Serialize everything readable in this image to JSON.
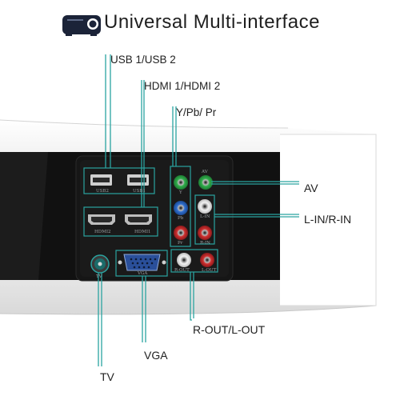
{
  "header": {
    "title": "Universal Multi-interface"
  },
  "callouts": {
    "usb": "USB 1/USB 2",
    "hdmi": "HDMI 1/HDMI 2",
    "ypbpr": "Y/Pb/ Pr",
    "av": "AV",
    "lin_rin": "L-IN/R-IN",
    "rout_lout": "R-OUT/L-OUT",
    "vga": "VGA",
    "tv": "TV"
  },
  "panel_labels": {
    "usb2": "USB2",
    "usb1": "USB1",
    "hdmi2": "HDMI2",
    "hdmi1": "HDMI1",
    "y": "Y",
    "pb": "Pb",
    "pr": "Pr",
    "av": "AV",
    "l_in": "L-IN",
    "r_in": "R-IN",
    "vga": "VGA",
    "r_out": "R-OUT",
    "l_out": "L-OUT",
    "tv": "TV"
  },
  "colors": {
    "callout_line": "#2aa3a0",
    "panel": "#151515",
    "jack_green": "#2fae4a",
    "jack_blue": "#2f6fd0",
    "jack_red": "#c0282b",
    "vga_blue": "#2a4f9a"
  }
}
